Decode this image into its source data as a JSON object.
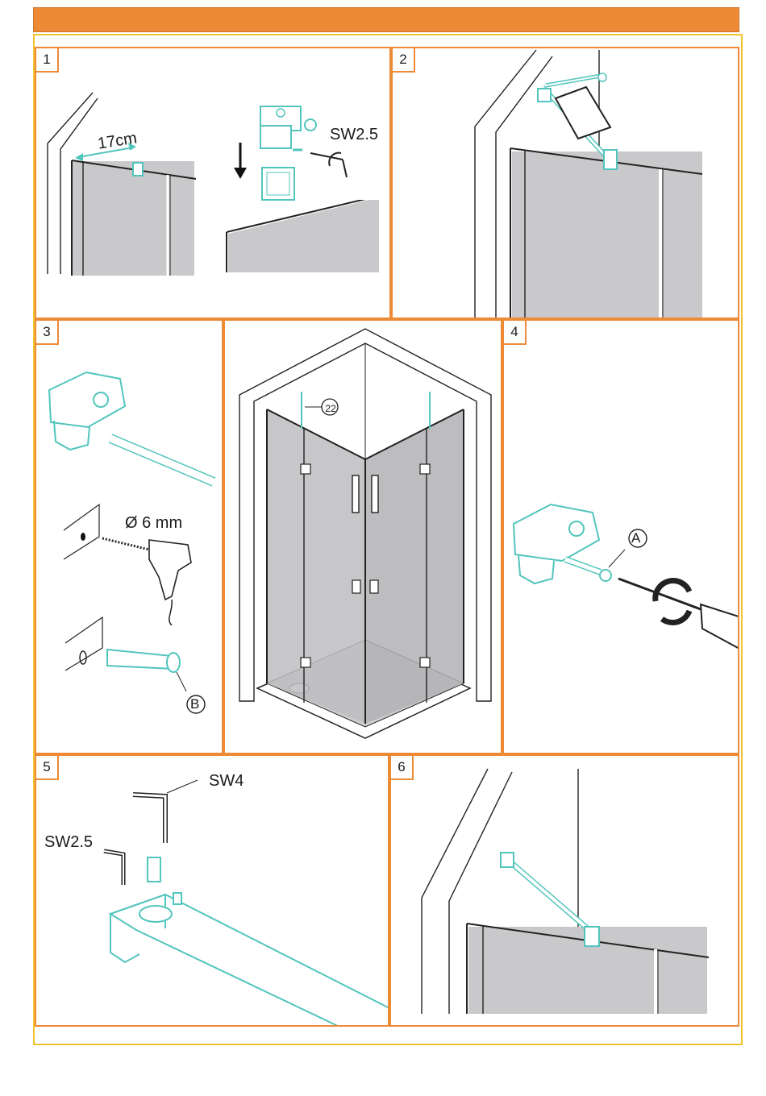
{
  "colors": {
    "header": "#ec8a35",
    "panel_border": "#ec8a35",
    "outer_frame": "#f3c233",
    "hardware": "#52c5bd",
    "glass": "#c9c9cb"
  },
  "steps": [
    {
      "number": "1",
      "measure_label": "17cm",
      "tool_label": "SW2.5"
    },
    {
      "number": "2"
    },
    {
      "number": "3",
      "drill_label": "Ø 6 mm",
      "part_label": "B"
    },
    {
      "number": "4",
      "part_label": "A"
    },
    {
      "number": "5",
      "tool_large_label": "SW4",
      "tool_small_label": "SW2.5"
    },
    {
      "number": "6"
    }
  ],
  "overview": {
    "part_label": "22"
  }
}
